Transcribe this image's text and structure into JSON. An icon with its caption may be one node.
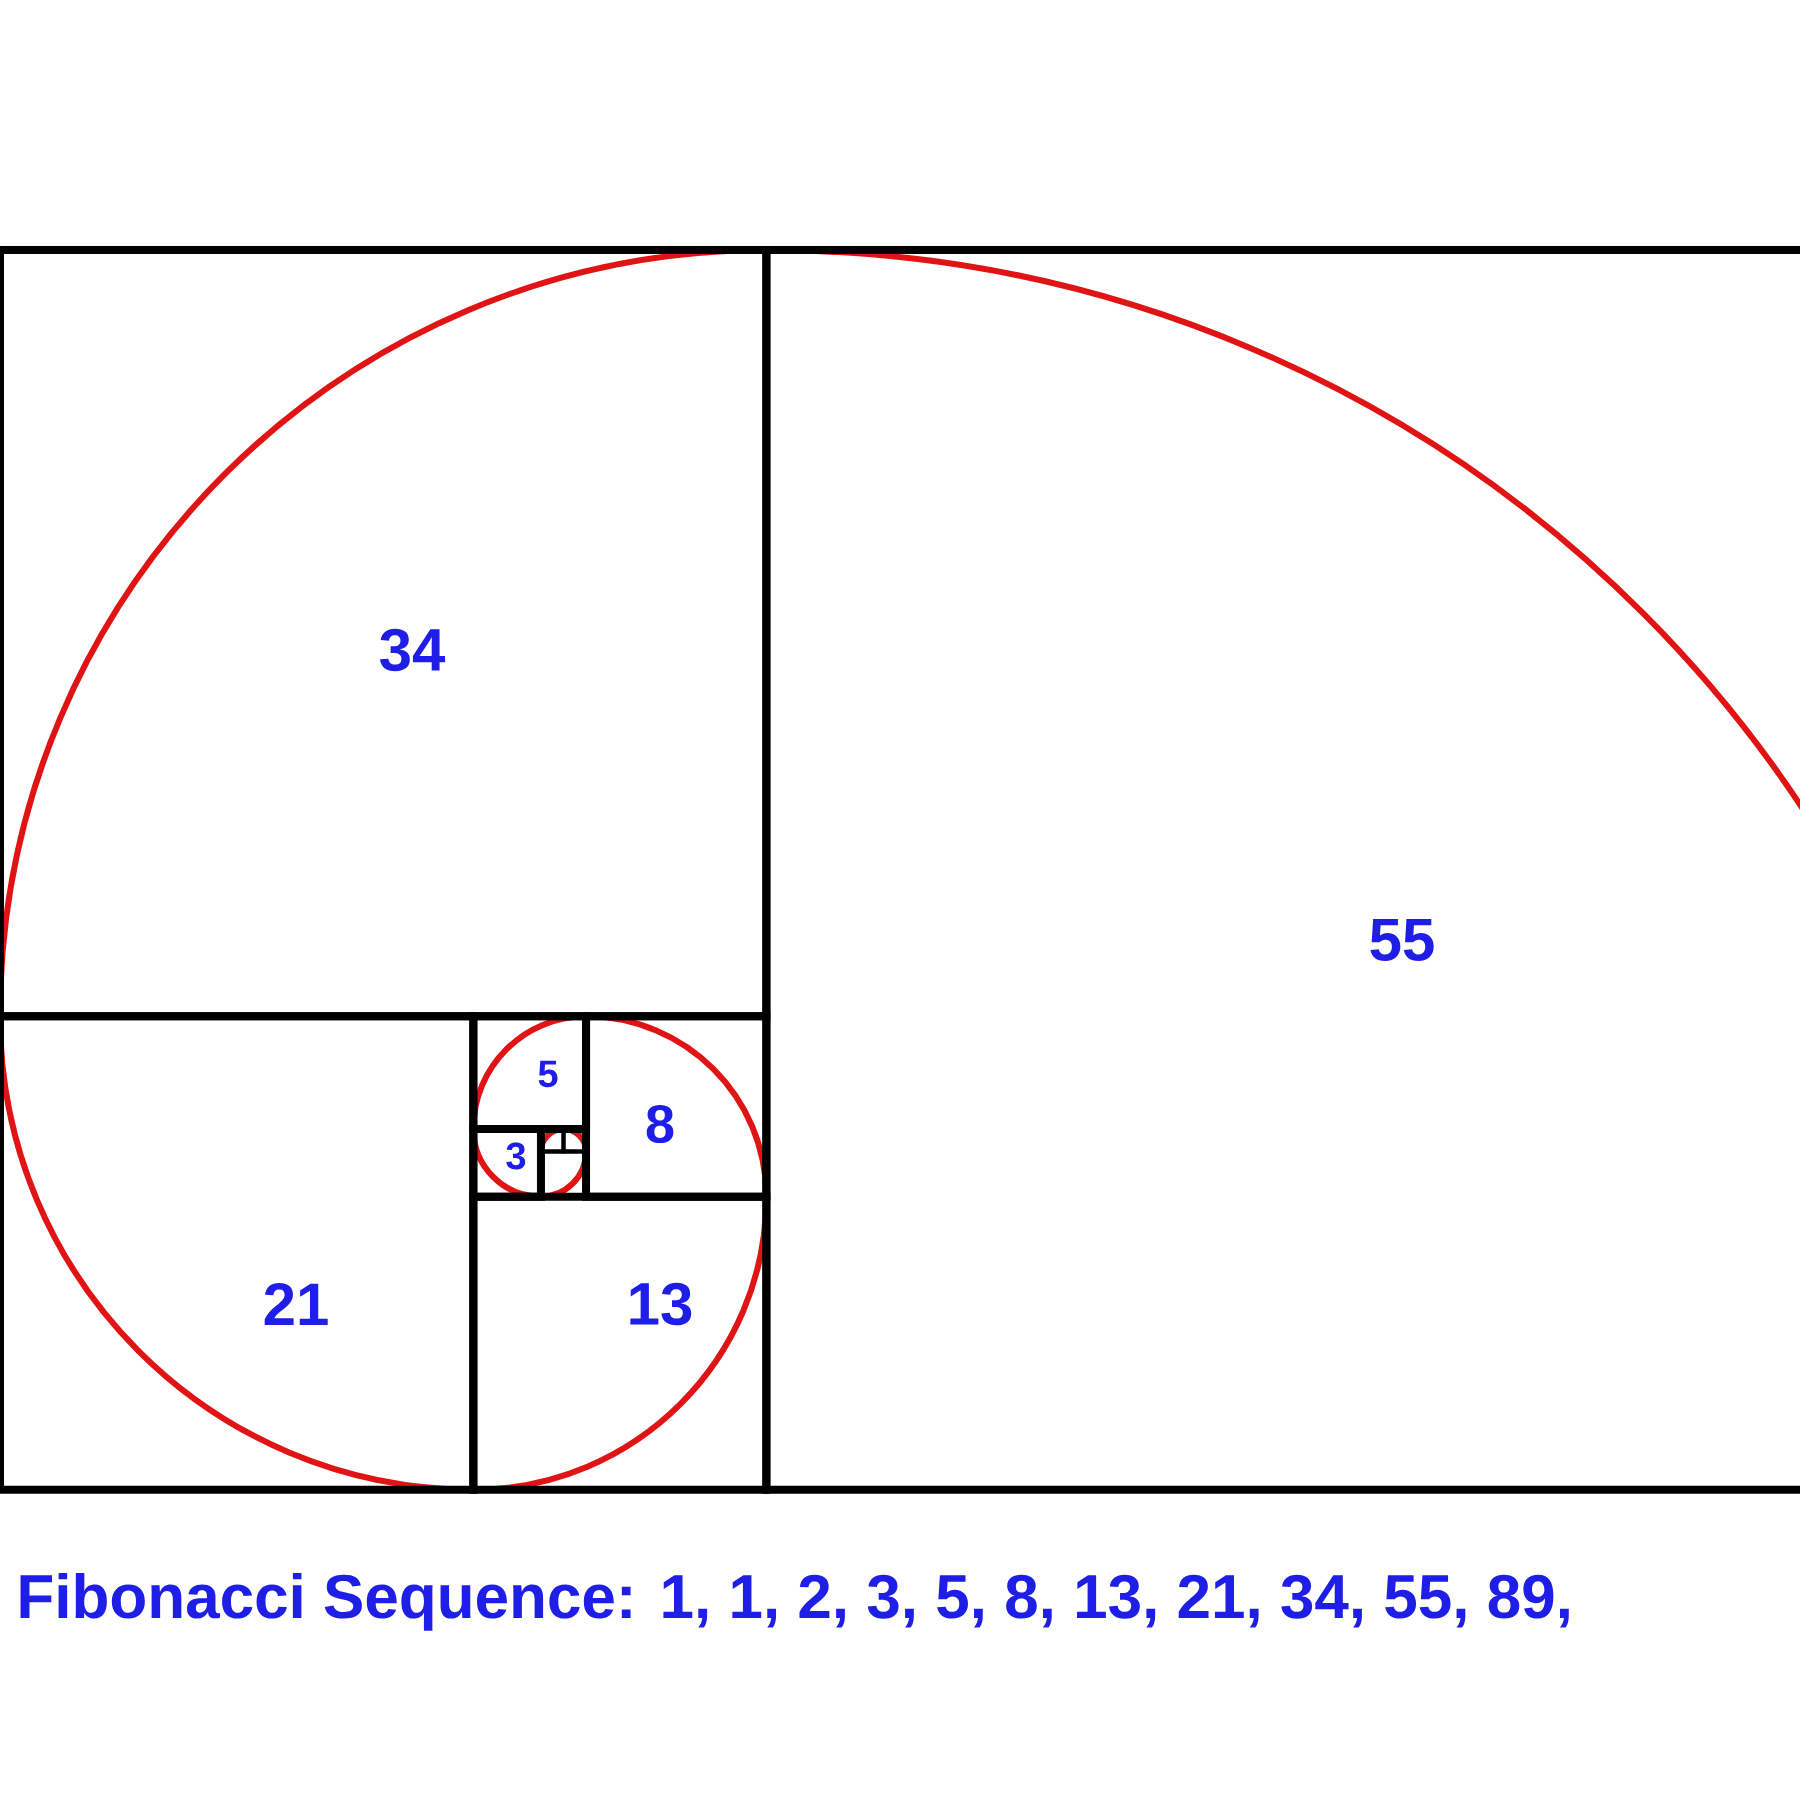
{
  "diagram": {
    "caption": "Fibonacci Sequence: 1, 1, 2, 3, 5, 8, 13, 21, 34, 55, 89,",
    "nodes": [
      {
        "text": [
          "34"
        ]
      },
      {
        "text": [
          "55"
        ]
      },
      {
        "text": [
          "5"
        ]
      },
      {
        "text": [
          "8"
        ]
      },
      {
        "text": [
          "3"
        ]
      },
      {
        "text": [],
        "shape": "box"
      },
      {
        "text": [],
        "shape": "box"
      },
      {
        "text": [],
        "shape": "box"
      },
      {
        "text": [
          "21"
        ]
      },
      {
        "text": [
          "13"
        ]
      }
    ]
  }
}
